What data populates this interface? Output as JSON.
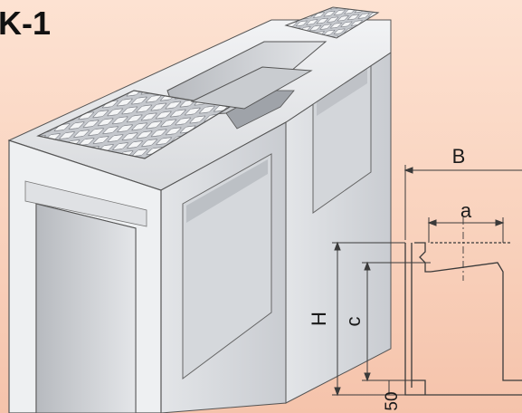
{
  "product": {
    "code": "K-1"
  },
  "dimensions": {
    "B": "B",
    "a": "a",
    "H": "H",
    "c": "c",
    "base": "50"
  },
  "colors": {
    "background_top": "#fde2d2",
    "background_bottom": "#f5c3ab",
    "concrete_light": "#e9eaec",
    "concrete_mid": "#cfd1d5",
    "concrete_dark": "#a7aab0",
    "line": "#3a3a3a"
  }
}
